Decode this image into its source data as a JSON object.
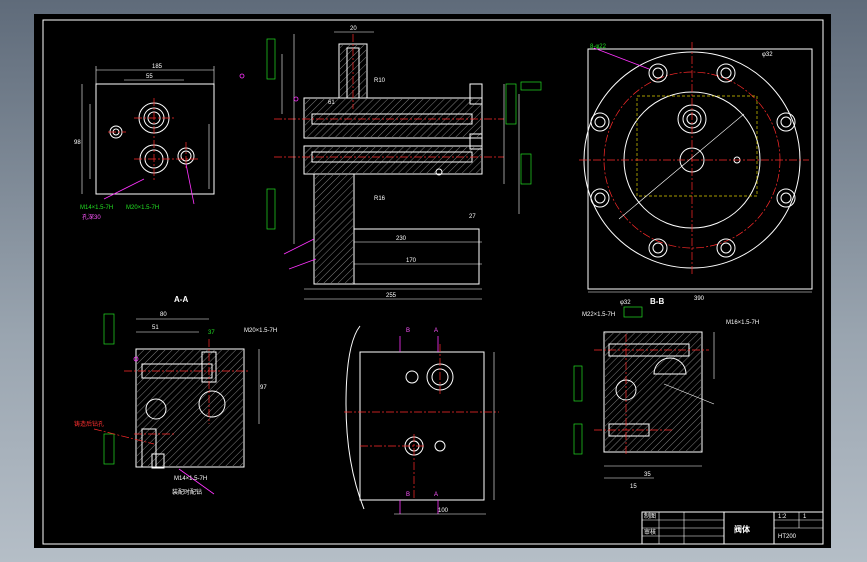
{
  "sections": {
    "aa": "A-A",
    "bb": "B-B",
    "a_mark": "A",
    "b_mark": "B"
  },
  "labels": {
    "r10": "R10",
    "r16": "R16",
    "holes_8": "8-φ22",
    "phi32": "φ32",
    "dim_390": "390",
    "dim_185": "185",
    "dim_255": "255",
    "dim_230": "230",
    "dim_170": "170",
    "dim_100": "100",
    "dim_98": "98",
    "dim_97": "97",
    "dim_80": "80",
    "dim_55": "55",
    "dim_51": "51",
    "dim_37": "37",
    "dim_35": "35",
    "dim_20": "20",
    "dim_15": "15",
    "dim_61": "61",
    "dim_27": "27",
    "m14": "M14×1.5-7H",
    "m20": "M20×1.5-7H",
    "m22": "M22×1.5-7H",
    "m16": "M16×1.5-7H",
    "thread_depth": "孔深30",
    "red_note": "铸造后钻孔",
    "part_note": "装配时配钻"
  },
  "title_block": {
    "name": "阀体",
    "scale": "1:2",
    "qty": "1",
    "drawn_by": "制图",
    "checked_by": "审核",
    "material": "HT200"
  }
}
